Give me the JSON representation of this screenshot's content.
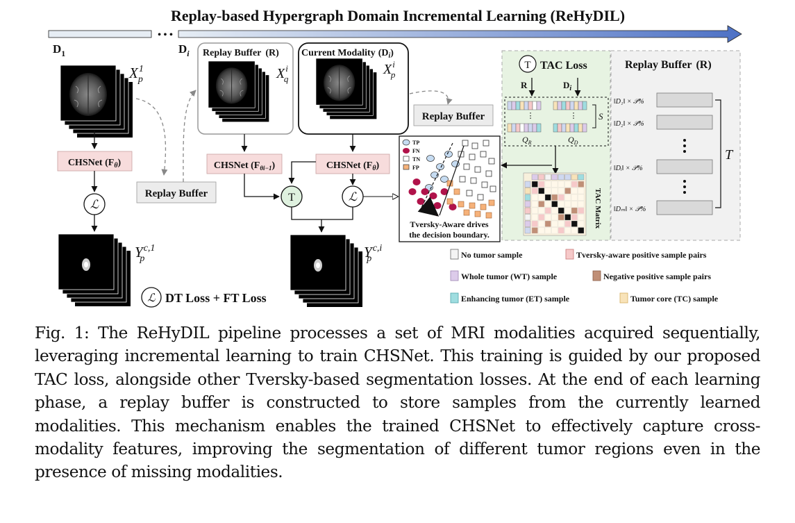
{
  "title": "Replay-based Hypergraph Domain Incremental Learning (ReHyDIL)",
  "timeline": {
    "d1": "D",
    "d1_sub": "1",
    "di": "D",
    "di_sub": "i",
    "dots": "• • •"
  },
  "left_stage": {
    "input_label": "X",
    "input_sup": "1",
    "input_sub": "p",
    "net_label": "CHSNet (F",
    "net_sub": "θ",
    "output_label": "Y",
    "output_sup": "c,1",
    "output_sub": "p",
    "loss_symbol": "ℒ"
  },
  "replay_buffer_small": "Replay Buffer",
  "replay_panel": {
    "title": "Replay Buffer",
    "title_tag": "(R)",
    "input_label": "X",
    "input_sup": "i",
    "input_sub": "q",
    "net_label": "CHSNet (F",
    "net_sub": "θi−1"
  },
  "current_panel": {
    "title": "Current Modality",
    "title_tag": "(D",
    "title_sub": "i",
    "input_label": "X",
    "input_sup": "i",
    "input_sub": "p",
    "net_label": "CHSNet (F",
    "net_sub": "θ",
    "output_label": "Y",
    "output_sup": "c,i",
    "output_sub": "p"
  },
  "replay_buffer_right": "Replay Buffer",
  "node_T": "T",
  "node_L": "ℒ",
  "scatter_legend": [
    "TP",
    "FN",
    "TN",
    "FP"
  ],
  "scatter_caption": [
    "Tversky-Aware drives",
    "the decision boundary."
  ],
  "tac": {
    "title": "TAC Loss",
    "r": "R",
    "d": "D",
    "d_sub": "i",
    "s": "S",
    "qr": "Q",
    "qr_sub": "R",
    "qd": "Q",
    "qd_sub": "D",
    "matrix_label": "TAC Matrix",
    "dots": "⋮"
  },
  "replay_right_panel": {
    "title": "Replay Buffer",
    "title_tag": "(R)",
    "rows": [
      {
        "label": "‖D₁‖ × 𝒫%"
      },
      {
        "label": "‖D₂‖ × 𝒫%"
      },
      {
        "label": "‖Dᵢ‖ × 𝒫%"
      },
      {
        "label": "‖Dₘ‖ × 𝒫%"
      }
    ],
    "brace_label": "T"
  },
  "loss_legend": {
    "symbol": "ℒ",
    "text": "DT Loss + FT Loss"
  },
  "legend": [
    {
      "text": "No tumor sample",
      "color": "#f4f4f4"
    },
    {
      "text": "Tversky-aware positive sample pairs",
      "color": "#f6c9c9"
    },
    {
      "text": "Whole tumor (WT) sample",
      "color": "#dccbea"
    },
    {
      "text": "Negative positive sample pairs",
      "color": "#c08f77"
    },
    {
      "text": "Enhancing tumor (ET) sample",
      "color": "#9fdde0"
    },
    {
      "text": "Tumor core (TC) sample",
      "color": "#f8e3b9"
    }
  ],
  "colors": {
    "arrow_start": "#e6edf4",
    "arrow_end": "#4d71c5",
    "net_box_fill": "#f7dcdc",
    "buffer_box_fill": "#ececec",
    "tac_panel_fill": "#e7f3e2",
    "replay_panel_fill": "#f1f1f1",
    "t_node_fill": "#dff1df",
    "fn_color": "#b0124a",
    "tp_color": "#c6dcf2",
    "fp_color": "#f6b27a"
  },
  "caption": {
    "label": "Fig. 1:",
    "text": "The ReHyDIL pipeline processes a set of MRI modalities acquired sequentially, leveraging incremental learning to train CHSNet. This training is guided by our proposed TAC loss, alongside other Tversky-based segmentation losses. At the end of each learning phase, a replay buffer is constructed to store samples from the currently learned modalities. This mechanism enables the trained CHSNet to effectively capture cross-modality features, improving the segmentation of different tumor regions even in the presence of missing modalities."
  }
}
